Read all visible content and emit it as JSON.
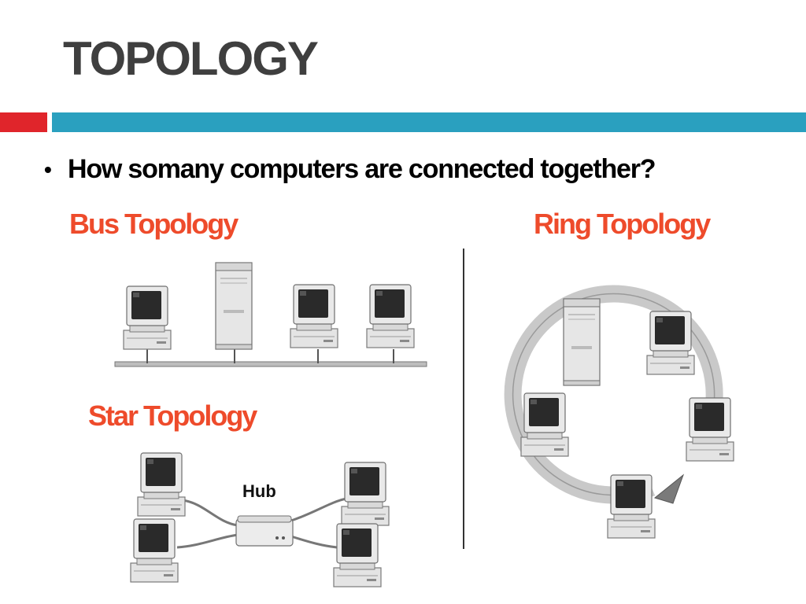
{
  "slide": {
    "title": "TOPOLOGY",
    "bullet": "How somany computers are connected together?"
  },
  "diagrams": {
    "bus": {
      "heading": "Bus Topology"
    },
    "ring": {
      "heading": "Ring Topology"
    },
    "star": {
      "heading": "Star Topology",
      "hub_label": "Hub"
    }
  },
  "colors": {
    "title": "#3f3f3f",
    "accent_red": "#e0252b",
    "accent_blue": "#2aa0bf",
    "heading": "#ee4b2b"
  }
}
